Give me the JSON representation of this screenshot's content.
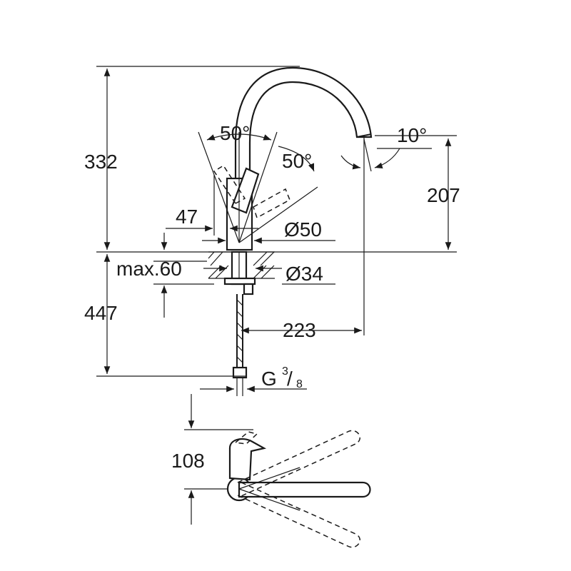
{
  "dimensions": {
    "total_height": "332",
    "spout_height": "207",
    "below_counter": "447",
    "lever_angle_a": "50°",
    "lever_angle_b": "50°",
    "spout_angle": "10°",
    "lever_offset": "47",
    "base_diameter": "Ø50",
    "max_thickness": "max.60",
    "hole_diameter": "Ø34",
    "spout_reach": "223",
    "connection_prefix": "G",
    "connection_num": "3",
    "connection_den": "8",
    "swivel_height": "108"
  }
}
